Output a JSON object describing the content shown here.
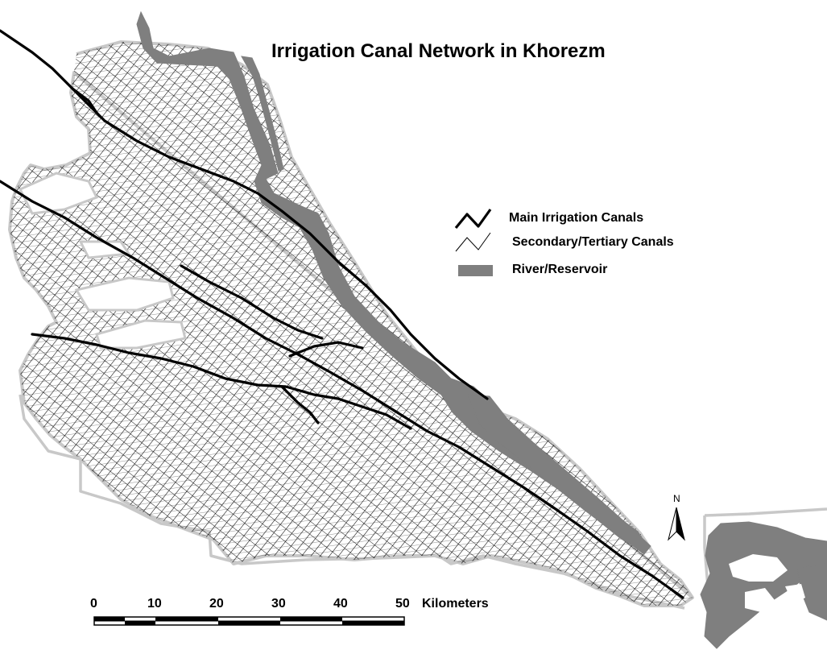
{
  "map": {
    "title": "Irrigation Canal Network in Khorezm",
    "legend": {
      "main": "Main Irrigation Canals",
      "secondary": "Secondary/Tertiary Canals",
      "river": "River/Reservoir"
    },
    "north": "N",
    "scale": {
      "ticks": [
        "0",
        "10",
        "20",
        "30",
        "40",
        "50"
      ],
      "unit": "Kilometers"
    },
    "colors": {
      "river": "#7f7f7f",
      "boundary": "#c8c8c8",
      "canal": "#000000",
      "background": "#ffffff"
    }
  }
}
